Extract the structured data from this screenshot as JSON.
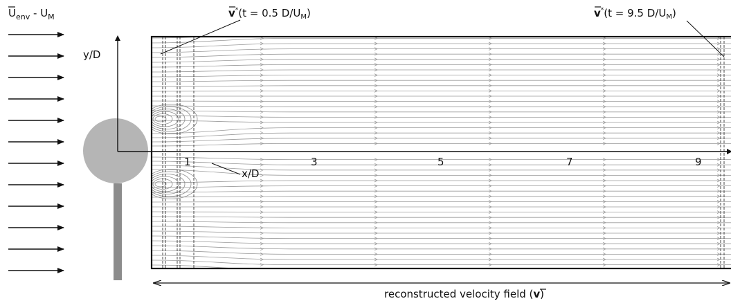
{
  "flow_label": {
    "main": "U",
    "env_sub": "env",
    "sep": " - ",
    "m_main": "U",
    "m_sub": "M"
  },
  "snapshot_start": {
    "symbol": "v",
    "rest": "(t = 0.5 D/U",
    "sub": "M",
    "close": ")"
  },
  "snapshot_end": {
    "symbol": "v",
    "rest": "(t = 9.5 D/U",
    "sub": "M",
    "close": ")"
  },
  "y_axis_label": "y/D",
  "x_axis_label": "x/D",
  "x_ticks": [
    "1",
    "3",
    "5",
    "7",
    "9"
  ],
  "field_caption": {
    "text": "reconstructed velocity field (",
    "symbol": "v",
    "close": ")"
  },
  "colors": {
    "streamline": "#9a9a9a",
    "cylinder": "#b5b5b5",
    "sting": "#8c8c8c",
    "frame": "#111111"
  }
}
